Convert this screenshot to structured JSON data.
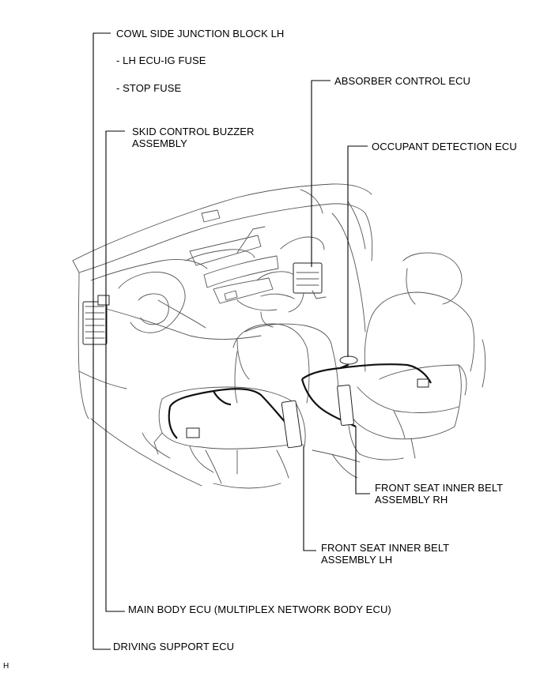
{
  "labels": {
    "cowl_side_jb": "COWL SIDE JUNCTION BLOCK LH",
    "lh_ecu_ig_fuse": "- LH ECU-IG FUSE",
    "stop_fuse": "- STOP FUSE",
    "skid_buzzer_1": "SKID CONTROL BUZZER",
    "skid_buzzer_2": "ASSEMBLY",
    "absorber_ecu": "ABSORBER CONTROL ECU",
    "occupant_ecu": "OCCUPANT DETECTION ECU",
    "belt_rh_1": "FRONT SEAT INNER BELT",
    "belt_rh_2": "ASSEMBLY RH",
    "belt_lh_1": "FRONT SEAT INNER BELT",
    "belt_lh_2": "ASSEMBLY LH",
    "main_body_ecu": "MAIN BODY ECU (MULTIPLEX NETWORK BODY ECU)",
    "driving_support_ecu": "DRIVING SUPPORT ECU",
    "corner_mark": "H"
  }
}
